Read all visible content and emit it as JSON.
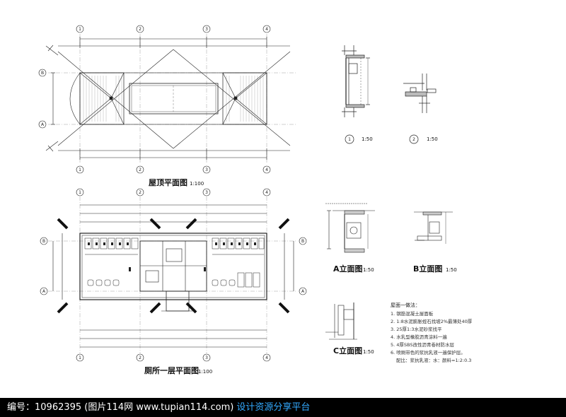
{
  "drawings": {
    "roof_plan": {
      "title": "屋顶平面图",
      "scale": "1:100"
    },
    "floor_plan": {
      "title": "厕所一层平面图",
      "scale": "1:100"
    },
    "detail_1": {
      "marker": "1",
      "scale": "1:50"
    },
    "detail_2": {
      "marker": "2",
      "scale": "1:50"
    },
    "elev_a": {
      "title": "A立面图",
      "scale": "1:50"
    },
    "elev_b": {
      "title": "B立面图",
      "scale": "1:50"
    },
    "elev_c": {
      "title": "C立面图",
      "scale": "1:50"
    }
  },
  "axes": {
    "columns": [
      "1",
      "2",
      "3",
      "4"
    ],
    "rows": [
      "B",
      "A"
    ]
  },
  "notes": {
    "heading": "屋面一做法：",
    "lines": [
      "1. 钢筋混凝土屋面板",
      "2. 1:8水泥膨胀蛭石找坡2%最薄处40厚",
      "3. 25厚1:3水泥砂浆找平",
      "4. 水乳型橡胶沥青涂料一遍",
      "5. 4厚SBS改性沥青卷材防水层",
      "6. 喷刷带色的浆抗乳液一遍保护层。",
      "配比：浆抗乳液：水：颜料=1:2:0.3"
    ]
  },
  "footer": {
    "id_text": "编号：10962395 (图片114网 www.tupian114.com)",
    "link_text": "设计资源分享平台"
  },
  "colors": {
    "line": "#222222",
    "footer_bg": "#000000",
    "footer_link": "#33aaff"
  }
}
